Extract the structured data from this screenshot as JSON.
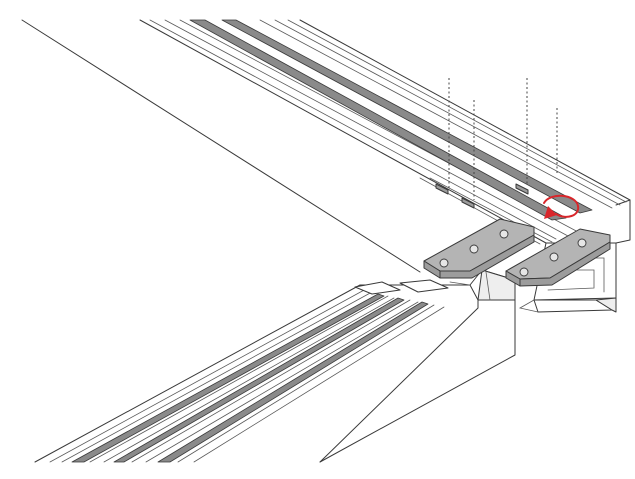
{
  "diagram": {
    "type": "assembly-illustration",
    "parts": [
      "frame-profile-upper",
      "frame-profile-lower",
      "corner-bracket-left",
      "corner-bracket-right",
      "insertion-guides",
      "rotation-arrow"
    ],
    "colors": {
      "outline": "#3a3a3a",
      "groove": "#8a8a8a",
      "bracket": "#9c9c9c",
      "arrow": "#d9262b"
    }
  }
}
